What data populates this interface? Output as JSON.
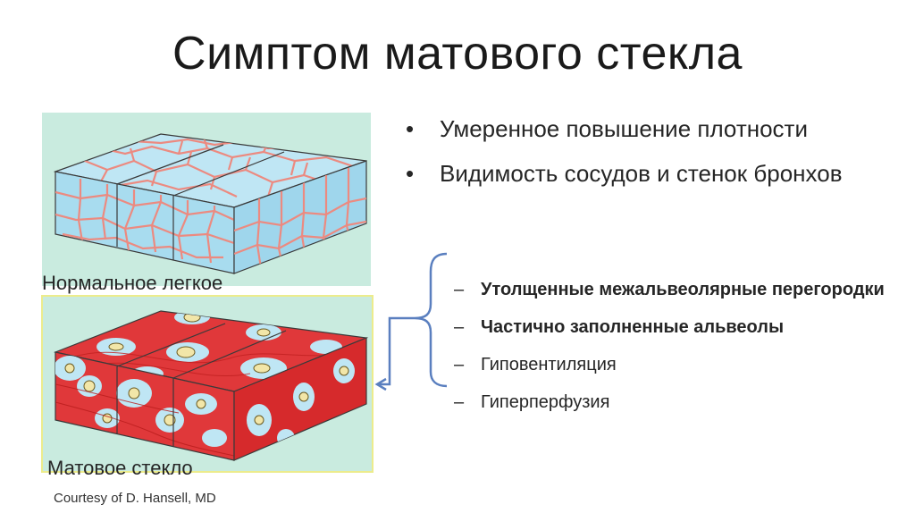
{
  "slide": {
    "title": "Симптом матового стекла",
    "caption_normal": "Нормальное легкое",
    "caption_ground_glass": "Матовое стекло",
    "courtesy": "Courtesy of D. Hansell, MD",
    "bullet_marker": "•",
    "sub_marker": "–",
    "bullets": [
      {
        "text": "Умеренное повышение плотности"
      },
      {
        "text": "Видимость сосудов и стенок бронхов"
      }
    ],
    "sub_bullets": [
      {
        "text": "Утолщенные межальвеолярные перегородки",
        "bold": true
      },
      {
        "text": "Частично заполненные альвеолы",
        "bold": true
      },
      {
        "text": "Гиповентиляция",
        "bold": false
      },
      {
        "text": "Гиперперфузия",
        "bold": false
      }
    ],
    "colors": {
      "panel_bg": "#c9ebdf",
      "block_blue": "#a8dcef",
      "septa_pink": "#ec8a80",
      "septa_red": "#e0383a",
      "cell_yellow": "#f2e6a8",
      "bracket_blue": "#5a7fbf",
      "panel_border_yellow": "#ecec8c"
    },
    "icons": [
      "normal-lung-illustration",
      "ground-glass-illustration",
      "bracket-arrow"
    ]
  }
}
